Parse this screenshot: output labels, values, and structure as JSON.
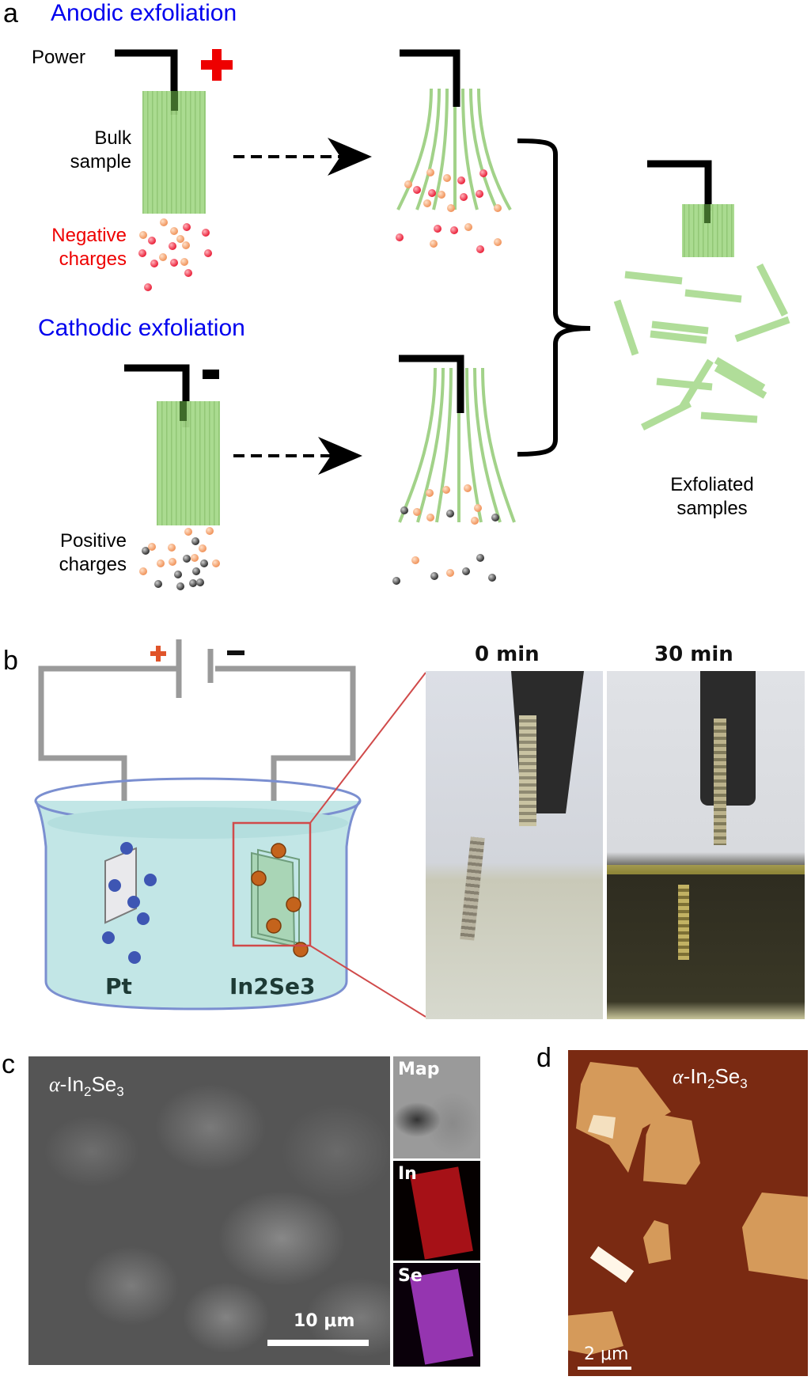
{
  "panel_a": {
    "letter": "a",
    "anodic_title": "Anodic exfoliation",
    "cathodic_title": "Cathodic exfoliation",
    "power_label": "Power",
    "plus_sign": "+",
    "minus_sign": "-",
    "bulk_label_line1": "Bulk",
    "bulk_label_line2": "sample",
    "negative_line1": "Negative",
    "negative_line2": "charges",
    "positive_line1": "Positive",
    "positive_line2": "charges",
    "exfoliated_line1": "Exfoliated",
    "exfoliated_line2": "samples",
    "colors": {
      "title_blue": "#0000ee",
      "negative_red": "#ee0000",
      "sample_green": "#9fd27f",
      "charge_red": "#f0334a",
      "charge_orange": "#f5a46a",
      "charge_gray": "#555555"
    }
  },
  "panel_b": {
    "letter": "b",
    "battery_plus": "+",
    "battery_minus": "−",
    "electrode_left": "Pt",
    "electrode_right": "In2Se3",
    "photo_left_label": "0 min",
    "photo_right_label": "30 min",
    "colors": {
      "electrolyte": "#bfe3e3",
      "wire": "#9a9a9a",
      "zoom_box": "#d04a4a"
    }
  },
  "panel_c": {
    "letter": "c",
    "sem_label_prefix": "α",
    "sem_label_main": "-In",
    "sem_label_sub1": "2",
    "sem_label_mid": "Se",
    "sem_label_sub2": "3",
    "scale_bar": "10 μm",
    "edx_maps": [
      {
        "label": "Map",
        "color": "#9a9a9a"
      },
      {
        "label": "In",
        "color": "#c0161c"
      },
      {
        "label": "Se",
        "color": "#b03ec8"
      }
    ]
  },
  "panel_d": {
    "letter": "d",
    "afm_label_prefix": "α",
    "afm_label_main": "-In",
    "afm_label_sub1": "2",
    "afm_label_mid": "Se",
    "afm_label_sub2": "3",
    "scale_bar": "2 μm",
    "colors": {
      "background": "#7a2a12",
      "flake": "#d59a5a"
    }
  }
}
